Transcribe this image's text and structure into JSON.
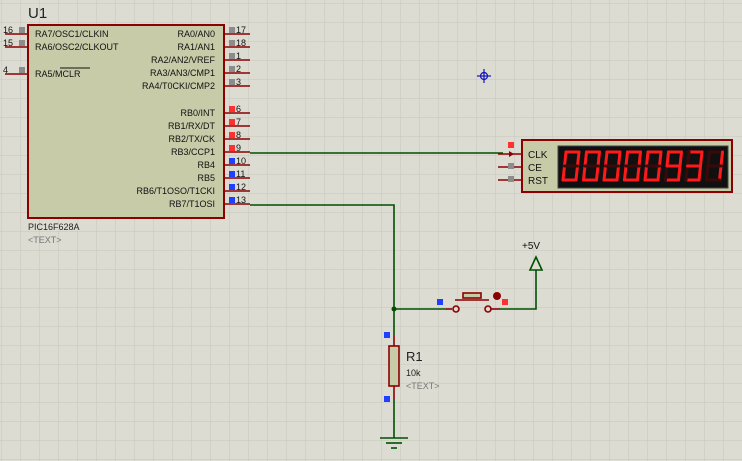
{
  "mcu": {
    "ref": "U1",
    "part": "PIC16F628A",
    "text_placeholder": "<TEXT>",
    "left_pins": [
      {
        "num": "16",
        "name": "RA7/OSC1/CLKIN"
      },
      {
        "num": "15",
        "name": "RA6/OSC2/CLKOUT"
      },
      {
        "num": "4",
        "name": "RA5/MCLR"
      }
    ],
    "right_pins": [
      {
        "num": "17",
        "name": "RA0/AN0"
      },
      {
        "num": "18",
        "name": "RA1/AN1"
      },
      {
        "num": "1",
        "name": "RA2/AN2/VREF"
      },
      {
        "num": "2",
        "name": "RA3/AN3/CMP1"
      },
      {
        "num": "3",
        "name": "RA4/T0CKI/CMP2"
      },
      {
        "num": "6",
        "name": "RB0/INT"
      },
      {
        "num": "7",
        "name": "RB1/RX/DT"
      },
      {
        "num": "8",
        "name": "RB2/TX/CK"
      },
      {
        "num": "9",
        "name": "RB3/CCP1"
      },
      {
        "num": "10",
        "name": "RB4"
      },
      {
        "num": "11",
        "name": "RB5"
      },
      {
        "num": "12",
        "name": "RB6/T1OSO/T1CKI"
      },
      {
        "num": "13",
        "name": "RB7/T1OSI"
      }
    ]
  },
  "counter": {
    "pins": [
      "CLK",
      "CE",
      "RST"
    ],
    "display": "00000931"
  },
  "resistor": {
    "ref": "R1",
    "value": "10k",
    "text_placeholder": "<TEXT>"
  },
  "power": {
    "label": "+5V"
  },
  "colors": {
    "background": "#dcdcd2",
    "grid": "#c6c6bc",
    "body_fill": "#c7cba8",
    "outline": "#8b0000",
    "wire": "#005000",
    "segment": "#ff1a1a",
    "pin_red": "#ff3030",
    "pin_blue": "#2040ff",
    "pin_gray": "#8c8c8c",
    "cursor": "#1010c0"
  }
}
